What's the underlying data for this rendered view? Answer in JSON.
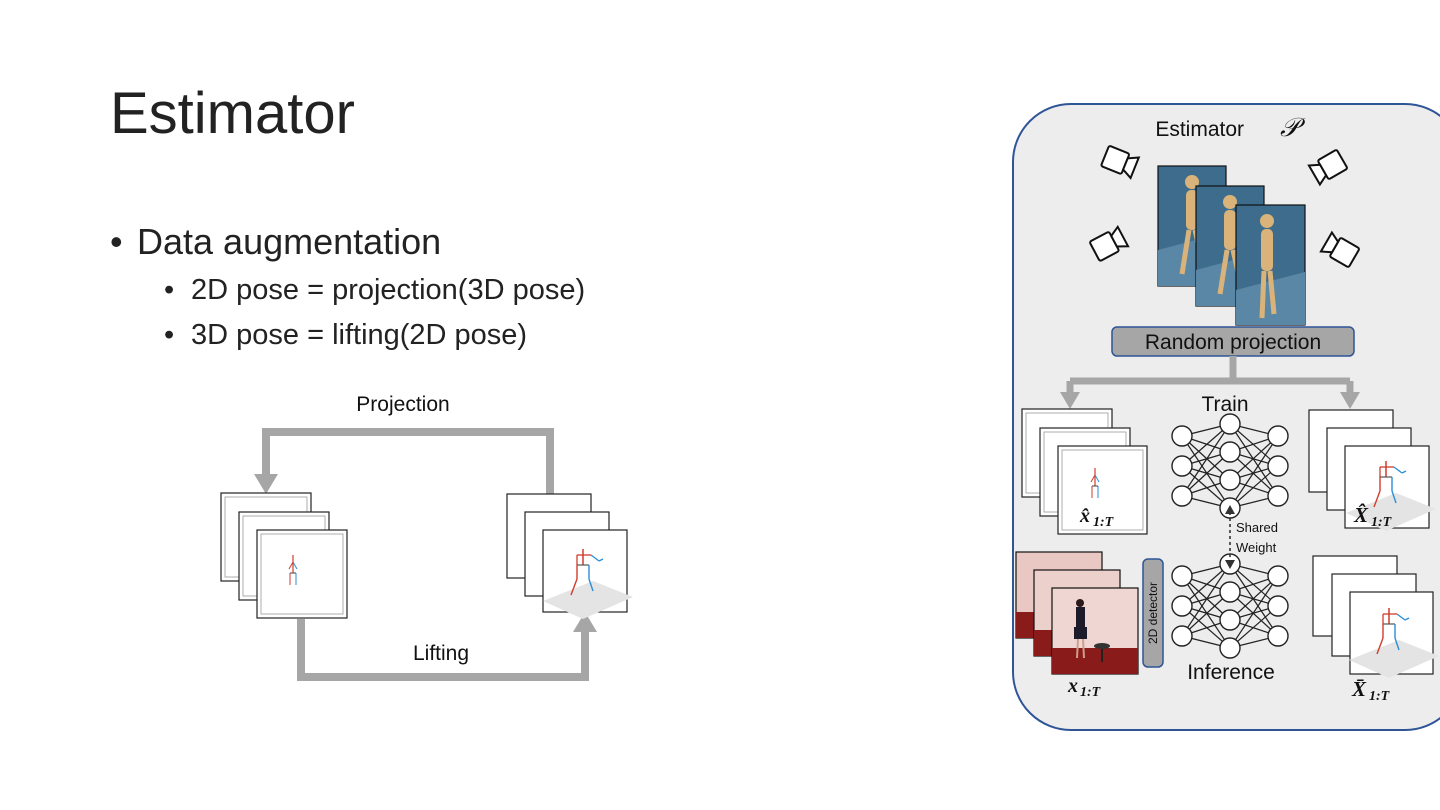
{
  "slide": {
    "title": "Estimator",
    "bullets": [
      {
        "text": "Data augmentation",
        "subs": [
          "2D pose = projection(3D pose)",
          "3D pose = lifting(2D pose)"
        ]
      }
    ]
  },
  "loop_diagram": {
    "top_label": "Projection",
    "bottom_label": "Lifting"
  },
  "estimator_panel": {
    "title": "Estimator",
    "title_symbol": "𝒫",
    "random_projection": "Random projection",
    "train_label": "Train",
    "inference_label": "Inference",
    "shared_weight": [
      "Shared",
      "Weight"
    ],
    "detector_label": "2D detector",
    "math": {
      "x_hat": "x̂",
      "X_hat": "X̂",
      "x": "x",
      "X_bar": "X̄",
      "subscript": "1:T"
    }
  },
  "colors": {
    "arrow_gray": "#a6a6a6",
    "panel_fill": "#ededed",
    "panel_border": "#2f5597",
    "skeleton_left": "#d23c2c",
    "skeleton_right": "#2b8fd6"
  }
}
